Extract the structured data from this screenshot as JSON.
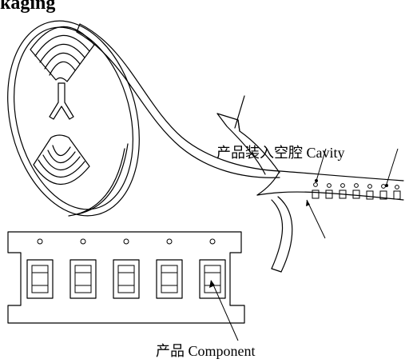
{
  "title": "kaging",
  "labels": {
    "cavity": "产品装入空腔 Cavity",
    "component": "产品 Component"
  },
  "colors": {
    "stroke": "#000000",
    "background": "#ffffff"
  }
}
